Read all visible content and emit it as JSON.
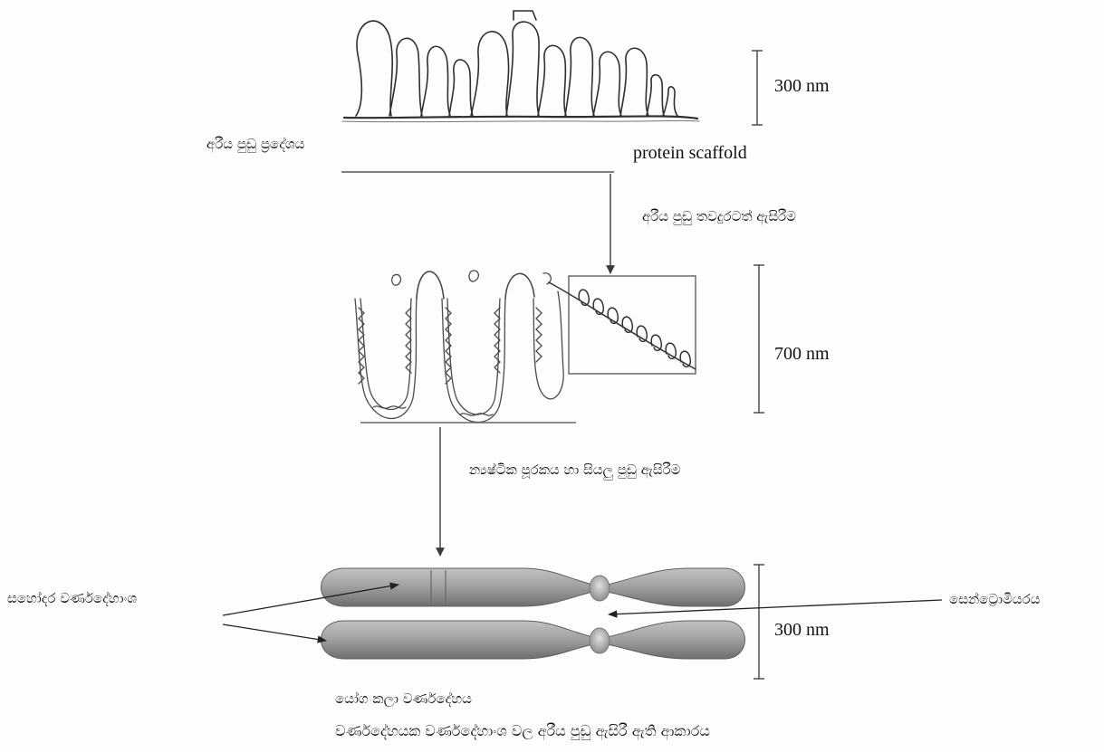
{
  "labels": {
    "loop_region": "අරීය පුඩු ප්‍රදේශය",
    "scaffold": "protein scaffold",
    "step1": "අරීය පුඩු තවදුරටත් ඇසිරීම",
    "step2": "න්‍යෂ්ටික පූරකය හා සියලු පුඩු ඇසිරීම",
    "sister_chromatid": "සහෝදර වර්ණදේහාංශ",
    "centromere": "සෙන්ට්‍රොමියරය",
    "metaphase_chromosome": "යෝග කලා වර්ණදේහය",
    "caption": "වර්ණදේහයක වර්ණදේහාංශ වල අරීය පුඩු ඇසිරී ඇති ආකාරය"
  },
  "scales": {
    "top": "300 nm",
    "middle": "700 nm",
    "bottom": "300 nm"
  },
  "colors": {
    "ink": "#2a2a2a",
    "chromosome": "#9a9a9a",
    "chromosome_edge": "#5e5e5e",
    "centromere": "#b4b4b4"
  }
}
